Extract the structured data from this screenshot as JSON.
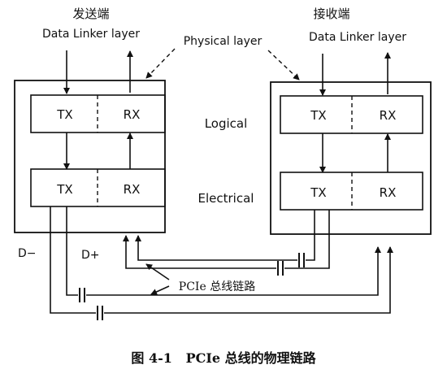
{
  "left_end": {
    "title": "发送端",
    "upper_layer": "Data Linker layer",
    "logical": {
      "tx": "TX",
      "rx": "RX"
    },
    "electrical": {
      "tx": "TX",
      "rx": "RX"
    },
    "pins": {
      "dminus": "D−",
      "dplus": "D+"
    }
  },
  "right_end": {
    "title": "接收端",
    "upper_layer": "Data Linker layer",
    "logical": {
      "tx": "TX",
      "rx": "RX"
    },
    "electrical": {
      "tx": "TX",
      "rx": "RX"
    }
  },
  "middle": {
    "physical_layer": "Physical layer",
    "logical": "Logical",
    "electrical": "Electrical",
    "link": "PCIe 总线链路"
  },
  "caption": "图 4-1   PCIe 总线的物理链路"
}
